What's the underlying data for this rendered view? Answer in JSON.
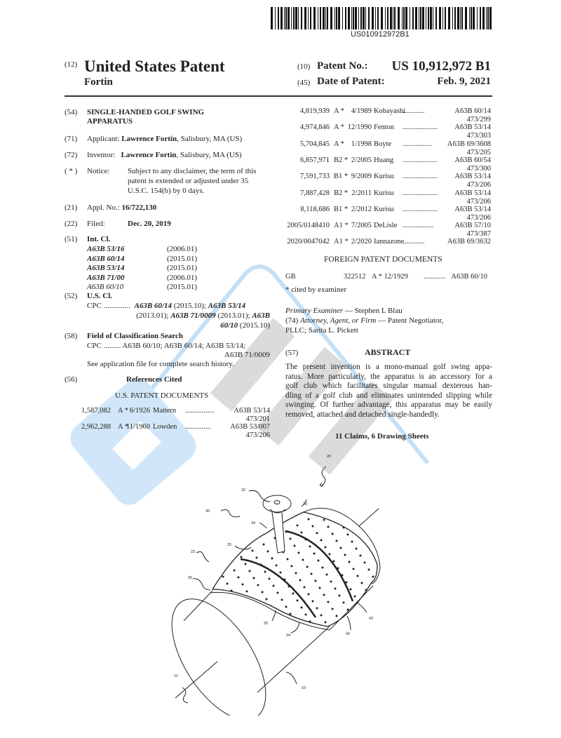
{
  "barcode_text": "US010912972B1",
  "header": {
    "kind_code": "(12)",
    "title": "United States Patent",
    "inventor_name": "Fortin",
    "patent_no_code": "(10)",
    "patent_no_label": "Patent No.:",
    "patent_no": "US 10,912,972 B1",
    "date_code": "(45)",
    "date_label": "Date of Patent:",
    "date": "Feb. 9, 2021"
  },
  "left": {
    "title_code": "(54)",
    "title_l1": "SINGLE-HANDED GOLF SWING",
    "title_l2": "APPARATUS",
    "applicant_code": "(71)",
    "applicant_label": "Applicant:",
    "applicant_name": "Lawrence Fortin",
    "applicant_loc": ", Salisbury, MA (US)",
    "inventor_code": "(72)",
    "inventor_label": "Inventor:",
    "inventor_name": "Lawrence Fortin",
    "inventor_loc": ", Salisbury, MA (US)",
    "notice_code": "( * )",
    "notice_label": "Notice:",
    "notice_l1": "Subject to any disclaimer, the term of this",
    "notice_l2": "patent is extended or adjusted under 35",
    "notice_l3": "U.S.C. 154(b) by 0 days.",
    "appl_code": "(21)",
    "appl_label": "Appl. No.:",
    "appl_no": "16/722,130",
    "filed_code": "(22)",
    "filed_label": "Filed:",
    "filed_date": "Dec. 20, 2019",
    "intcl_code": "(51)",
    "intcl_label": "Int. Cl.",
    "intcl": [
      {
        "cls": "A63B 53/16",
        "ver": "(2006.01)"
      },
      {
        "cls": "A63B 60/14",
        "ver": "(2015.01)"
      },
      {
        "cls": "A63B 53/14",
        "ver": "(2015.01)"
      },
      {
        "cls": "A63B 71/00",
        "ver": "(2006.01)"
      },
      {
        "cls": "A63B 60/10",
        "ver": "(2015.01)"
      }
    ],
    "uscl_code": "(52)",
    "uscl_label": "U.S. Cl.",
    "uscl_cpc": "CPC ..............",
    "uscl_a": "A63B 60/14",
    "uscl_a_ver": " (2015.10); ",
    "uscl_b": "A63B 53/14",
    "uscl_b_ver": "(2013.01); ",
    "uscl_c": "A63B 71/0009",
    "uscl_c_ver": " (2013.01); ",
    "uscl_d1": "A63B",
    "uscl_d2": "60/10",
    "uscl_d_ver": " (2015.10)",
    "field_code": "(58)",
    "field_label": "Field of Classification Search",
    "field_l1": "CPC ......... A63B 60/10; A63B 60/14; A63B 53/14;",
    "field_l2": "A63B 71/0009",
    "field_l3": "See application file for complete search history.",
    "refs_code": "(56)",
    "refs_label": "References Cited",
    "us_docs_label": "U.S. PATENT DOCUMENTS",
    "us_refs": [
      {
        "no": "1,587,082",
        "kind": "A *",
        "date": "6/1926",
        "name": "Mattern",
        "dots": "................",
        "cls": "A63B 53/14",
        "cls2": "473/201"
      },
      {
        "no": "2,962,288",
        "kind": "A *",
        "date": "11/1960",
        "name": "Lowden",
        "dots": "..............",
        "cls": "A63B 53/007",
        "cls2": "473/206"
      }
    ]
  },
  "right": {
    "us_refs": [
      {
        "no": "4,819,939",
        "kind": "A *",
        "date": "4/1989",
        "name": "Kobayashi",
        "dots": "............",
        "cls": "A63B 60/14",
        "cls2": "473/299"
      },
      {
        "no": "4,974,846",
        "kind": "A *",
        "date": "12/1990",
        "name": "Fenton",
        "dots": "...................",
        "cls": "A63B 53/14",
        "cls2": "473/303"
      },
      {
        "no": "5,704,845",
        "kind": "A *",
        "date": "1/1998",
        "name": "Boyte",
        "dots": "................",
        "cls": "A63B 69/3608",
        "cls2": "473/205"
      },
      {
        "no": "6,857,971",
        "kind": "B2 *",
        "date": "2/2005",
        "name": "Huang",
        "dots": "...................",
        "cls": "A63B 60/54",
        "cls2": "473/300"
      },
      {
        "no": "7,591,733",
        "kind": "B1 *",
        "date": "9/2009",
        "name": "Kurisu",
        "dots": "...................",
        "cls": "A63B 53/14",
        "cls2": "473/206"
      },
      {
        "no": "7,887,428",
        "kind": "B2 *",
        "date": "2/2011",
        "name": "Kurisu",
        "dots": "...................",
        "cls": "A63B 53/14",
        "cls2": "473/206"
      },
      {
        "no": "8,118,686",
        "kind": "B1 *",
        "date": "2/2012",
        "name": "Kurisu",
        "dots": "...................",
        "cls": "A63B 53/14",
        "cls2": "473/206"
      },
      {
        "no": "2005/0148410",
        "kind": "A1 *",
        "date": "7/2005",
        "name": "DeLisle",
        "dots": ".................",
        "cls": "A63B 57/10",
        "cls2": "473/387"
      },
      {
        "no": "2020/0047042",
        "kind": "A1 *",
        "date": "2/2020",
        "name": "Iannazone",
        "dots": "............",
        "cls": "A63B 69/3632",
        "cls2": ""
      }
    ],
    "foreign_label": "FOREIGN PATENT DOCUMENTS",
    "foreign": {
      "country": "GB",
      "no": "322512",
      "kind": "A * 12/1929",
      "dots": "............",
      "cls": "A63B 60/10"
    },
    "cited_note": "* cited by examiner",
    "examiner_label": "Primary Examiner",
    "examiner_name": " — Stephen L Blau",
    "attorney_code": "(74)",
    "attorney_label": "Attorney, Agent, or Firm",
    "attorney_l1": " — Patent Negotiator,",
    "attorney_l2": "PLLC; Sarita L. Pickett",
    "abstract_code": "(57)",
    "abstract_label": "ABSTRACT",
    "abstract_lines": [
      "The present invention is a mono-manual golf swing appa-",
      "ratus. More particularly, the apparatus is an accessory for a",
      "golf club which facilitates singular manual dexterous han-",
      "dling of a golf club and eliminates unintended slipping while",
      "swinging. Of further advantage, this apparatus may be easily",
      "removed, attached and detached single-handedly."
    ],
    "claims": "11 Claims, 6 Drawing Sheets"
  },
  "figure_labels": {
    "l20": "20",
    "l32": "32",
    "l28": "28",
    "l30": "30",
    "l34": "34",
    "l25a": "25",
    "l22": "22",
    "l26": "26",
    "l25b": "25",
    "l24": "24",
    "l42": "42",
    "l43": "43",
    "l11": "11",
    "l10": "10"
  }
}
